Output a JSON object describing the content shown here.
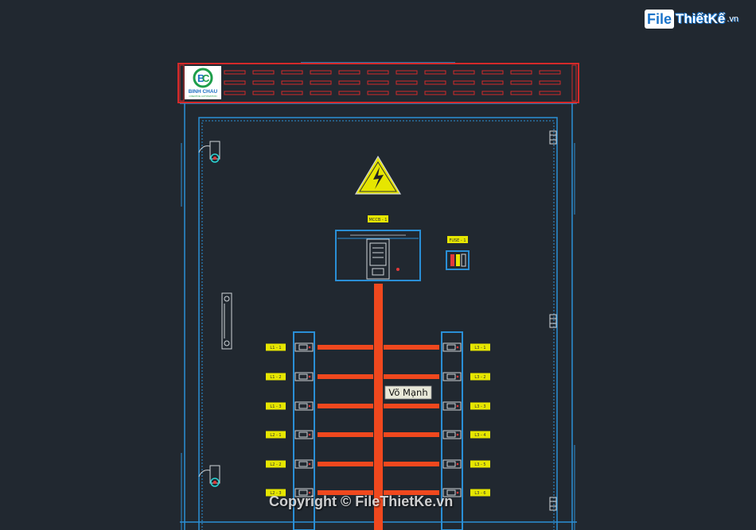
{
  "header": {
    "logo_name": "BINH CHAU",
    "logo_tagline": "CREATIVE AUTOMATION"
  },
  "breaker_main_tag": "MCCB - 1",
  "fuse_tag": "FUSE - 1",
  "left_breaker_tags": [
    "L1 - 1",
    "L1 - 2",
    "L1 - 3",
    "L2 - 1",
    "L2 - 2",
    "L2 - 3"
  ],
  "right_breaker_tags": [
    "L3 - 1",
    "L3 - 2",
    "L3 - 3",
    "L3 - 4",
    "L3 - 5",
    "L3 - 6"
  ],
  "author_label": "Võ Mạnh",
  "watermark_brand": {
    "part1": "File",
    "part2": "ThiếtKế",
    "suffix": ".vn"
  },
  "copyright": "Copyright © FileThietKe.vn",
  "colors": {
    "background": "#212830",
    "frame": "#2a8fd6",
    "vent": "#d42a2a",
    "busbar": "#f0481e",
    "tag": "#e6e600",
    "warning": "#e6e600"
  }
}
